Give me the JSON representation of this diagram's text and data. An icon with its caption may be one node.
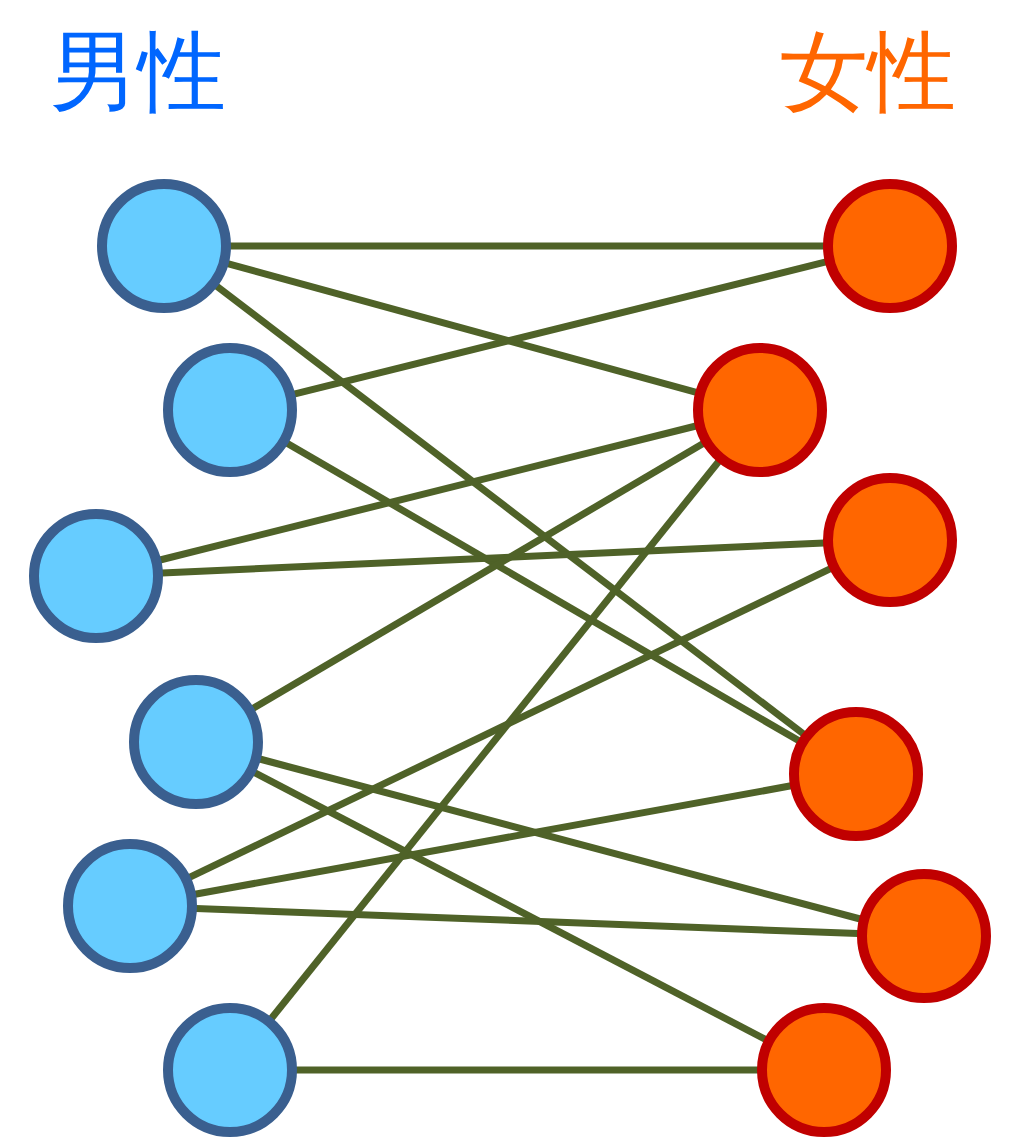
{
  "diagram": {
    "nodes": [
      {
        "text": [],
        "shape": "circle"
      },
      {
        "text": [],
        "shape": "circle"
      },
      {
        "text": [],
        "shape": "circle"
      },
      {
        "text": [],
        "shape": "circle"
      },
      {
        "text": [],
        "shape": "circle"
      },
      {
        "text": [],
        "shape": "circle"
      },
      {
        "text": [],
        "shape": "circle"
      },
      {
        "text": [],
        "shape": "circle"
      },
      {
        "text": [],
        "shape": "circle"
      },
      {
        "text": [],
        "shape": "circle"
      },
      {
        "text": [],
        "shape": "circle"
      },
      {
        "text": [],
        "shape": "circle"
      }
    ],
    "edges": [
      {
        "from": 0,
        "to": 6,
        "arrow": "none"
      },
      {
        "from": 0,
        "to": 7,
        "arrow": "none"
      },
      {
        "from": 0,
        "to": 9,
        "arrow": "none"
      },
      {
        "from": 1,
        "to": 6,
        "arrow": "none"
      },
      {
        "from": 1,
        "to": 9,
        "arrow": "none"
      },
      {
        "from": 2,
        "to": 7,
        "arrow": "none"
      },
      {
        "from": 2,
        "to": 8,
        "arrow": "none"
      },
      {
        "from": 3,
        "to": 7,
        "arrow": "none"
      },
      {
        "from": 3,
        "to": 10,
        "arrow": "none"
      },
      {
        "from": 3,
        "to": 11,
        "arrow": "none"
      },
      {
        "from": 4,
        "to": 8,
        "arrow": "none"
      },
      {
        "from": 4,
        "to": 9,
        "arrow": "none"
      },
      {
        "from": 4,
        "to": 10,
        "arrow": "none"
      },
      {
        "from": 5,
        "to": 7,
        "arrow": "none"
      },
      {
        "from": 5,
        "to": 11,
        "arrow": "none"
      }
    ],
    "labels": [
      "男性",
      "女性"
    ]
  }
}
